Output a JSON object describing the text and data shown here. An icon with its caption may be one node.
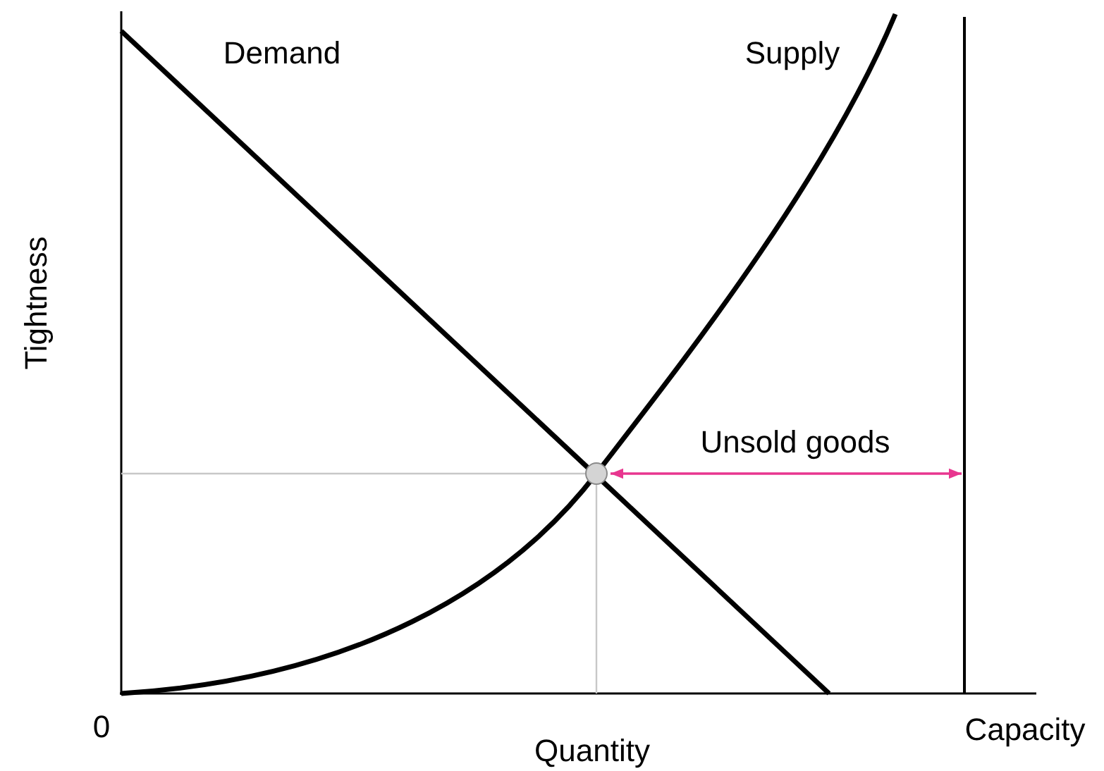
{
  "diagram": {
    "nodes": [
      {
        "text": [],
        "shape": "circle"
      },
      {
        "text": [],
        "shape": "bar"
      }
    ],
    "edges": [
      {
        "from": 0,
        "to": 1,
        "arrow": "both",
        "label": "Unsold goods",
        "color": "#e8368f"
      }
    ],
    "labels": [
      "Demand",
      "Supply",
      "Tightness",
      "0",
      "Quantity",
      "Capacity"
    ]
  }
}
